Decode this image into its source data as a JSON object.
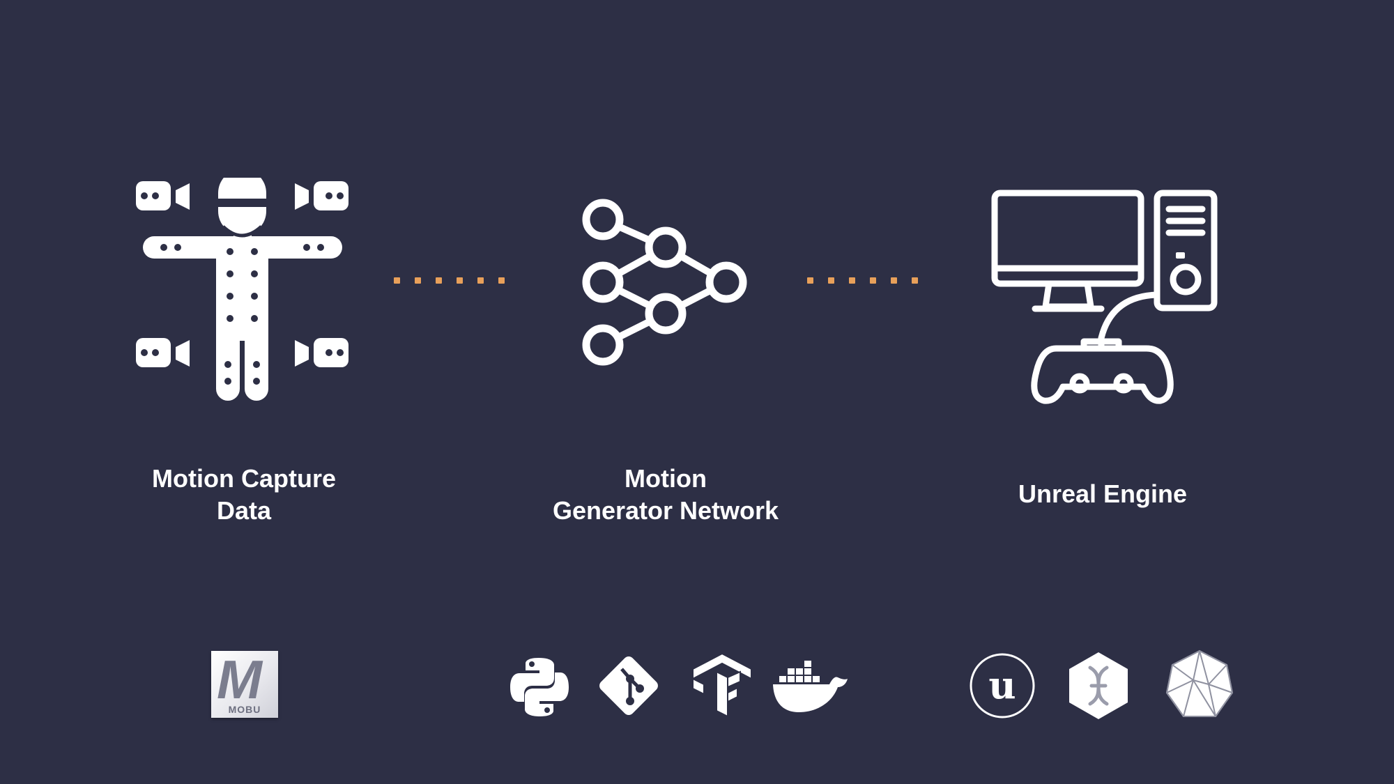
{
  "stages": [
    {
      "id": "mocap",
      "label_lines": [
        "Motion Capture",
        "Data"
      ],
      "icon": "motion-capture-icon"
    },
    {
      "id": "network",
      "label_lines": [
        "Motion",
        "Generator Network"
      ],
      "icon": "neural-network-icon"
    },
    {
      "id": "engine",
      "label_lines": [
        "Unreal Engine"
      ],
      "icon": "computer-gamepad-icon"
    }
  ],
  "connector_color": "#e8a05a",
  "background_color": "#2d2f45",
  "tools": {
    "mocap": [
      {
        "icon": "motionbuilder-logo-icon",
        "text": "MOBU",
        "letter": "M"
      }
    ],
    "network": [
      {
        "icon": "python-logo-icon"
      },
      {
        "icon": "git-logo-icon"
      },
      {
        "icon": "tensorflow-logo-icon"
      },
      {
        "icon": "docker-logo-icon"
      }
    ],
    "engine": [
      {
        "icon": "unreal-engine-logo-icon"
      },
      {
        "icon": "dna-hexagon-logo-icon"
      },
      {
        "icon": "polyhedron-mesh-logo-icon"
      }
    ]
  }
}
